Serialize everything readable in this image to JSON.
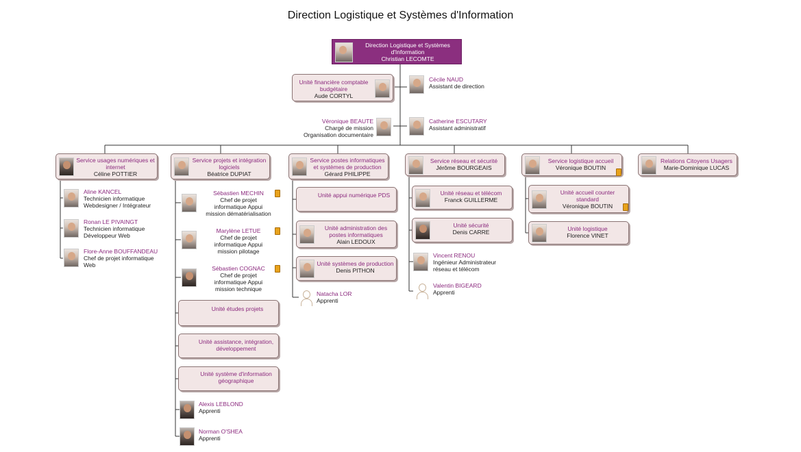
{
  "title": "Direction Logistique et Systèmes d'Information",
  "colors": {
    "accent": "#8b2f7f",
    "box_bg": "#f2e6e6",
    "name_color": "#8b2a7e"
  },
  "director": {
    "title": "Direction Logistique et Systèmes d'Information",
    "name": "Christian LECOMTE"
  },
  "staff": {
    "financiere": {
      "title": "Unité financière comptable budgétaire",
      "name": "Aude CORTYL"
    },
    "naud": {
      "name": "Cécile NAUD",
      "role": "Assistant de direction"
    },
    "beaute": {
      "name": "Véronique BEAUTE",
      "role1": "Chargé de mission",
      "role2": "Organisation documentaire"
    },
    "escutary": {
      "name": "Catherine ESCUTARY",
      "role": "Assistant administratif"
    }
  },
  "services": {
    "usages": {
      "title": "Service usages numériques et internet",
      "name": "Céline POTTIER"
    },
    "projets": {
      "title": "Service projets et intégration logiciels",
      "name": "Béatrice DUPIAT"
    },
    "postes": {
      "title": "Service postes informatiques et systèmes de production",
      "name": "Gérard PHILIPPE"
    },
    "reseau": {
      "title": "Service réseau et sécurité",
      "name": "Jérôme BOURGEAIS"
    },
    "logistique": {
      "title": "Service logistique accueil",
      "name": "Véronique BOUTIN"
    },
    "citoyens": {
      "title": "Relations Citoyens Usagers",
      "name": "Marie-Dominique LUCAS"
    }
  },
  "usages_members": [
    {
      "name": "Aline KANCEL",
      "role1": "Technicien informatique",
      "role2": "Webdesigner / Intégrateur"
    },
    {
      "name": "Ronan LE PIVAINGT",
      "role1": "Technicien informatique",
      "role2": "Développeur Web"
    },
    {
      "name": "Flore-Anne BOUFFANDEAU",
      "role1": "Chef de projet informatique",
      "role2": "Web"
    }
  ],
  "projets_members": [
    {
      "name": "Sébastien MECHIN",
      "role1": "Chef de projet",
      "role2": "informatique Appui",
      "role3": "mission dématérialisation"
    },
    {
      "name": "Marylène LETUE",
      "role1": "Chef de projet",
      "role2": "informatique Appui",
      "role3": "mission pilotage"
    },
    {
      "name": "Sébastien COGNAC",
      "role1": "Chef de projet",
      "role2": "informatique Appui",
      "role3": "mission technique"
    }
  ],
  "projets_units": {
    "etudes": "Unité études projets",
    "assistance": "Unité assistance, intégration, développement",
    "sig": "Unité système d'information géographique"
  },
  "projets_apprentis": [
    {
      "name": "Alexis LEBLOND",
      "role": "Apprenti"
    },
    {
      "name": "Norman O'SHEA",
      "role": "Apprenti"
    }
  ],
  "postes_units": {
    "pds": {
      "title": "Unité appui numérique PDS"
    },
    "admin": {
      "title": "Unité administration des postes informatiques",
      "name": "Alain LEDOUX"
    },
    "prod": {
      "title": "Unité systèmes de production",
      "name": "Denis PITHON"
    }
  },
  "postes_apprenti": {
    "name": "Natacha LOR",
    "role": "Apprenti"
  },
  "reseau_units": {
    "telecom": {
      "title": "Unité réseau et télécom",
      "name": "Franck GUILLERME"
    },
    "securite": {
      "title": "Unité sécurité",
      "name": "Denis CARRE"
    }
  },
  "reseau_members": {
    "renou": {
      "name": "Vincent RENOU",
      "role1": "Ingénieur Administrateur",
      "role2": "réseau et télécom"
    },
    "bigeard": {
      "name": "Valentin BIGEARD",
      "role": "Apprenti"
    }
  },
  "logistique_units": {
    "accueil": {
      "title": "Unité accueil counter standard",
      "name": "Véronique BOUTIN"
    },
    "logistique": {
      "title": "Unité logistique",
      "name": "Florence VINET"
    }
  }
}
